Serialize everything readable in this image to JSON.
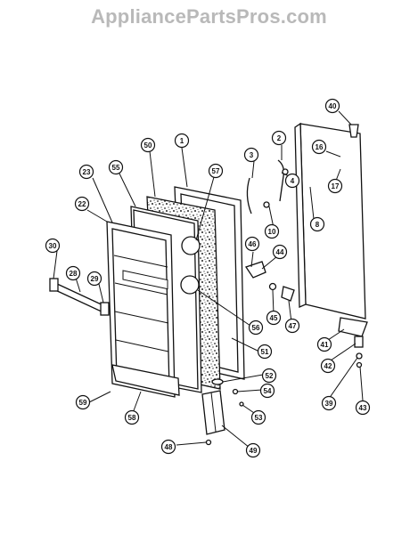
{
  "watermark": "AppliancePartsPros.com",
  "callouts": [
    "40",
    "2",
    "16",
    "1",
    "50",
    "3",
    "4",
    "17",
    "57",
    "55",
    "23",
    "22",
    "10",
    "8",
    "46",
    "44",
    "30",
    "28",
    "29",
    "45",
    "47",
    "56",
    "41",
    "51",
    "42",
    "52",
    "59",
    "54",
    "39",
    "43",
    "58",
    "53",
    "48",
    "49"
  ]
}
